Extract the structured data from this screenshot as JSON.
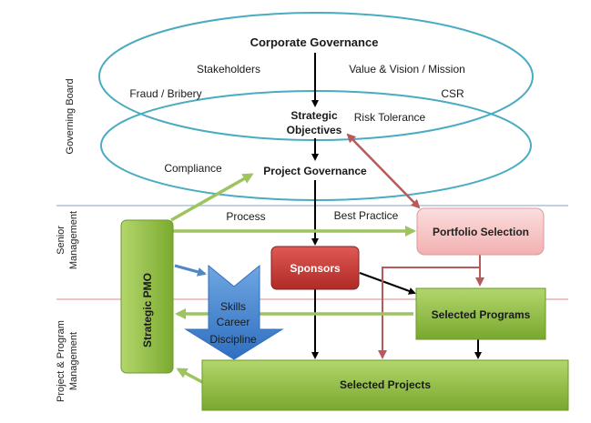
{
  "bands": {
    "governing_board": "Governing Board",
    "senior_management": [
      "Senior",
      "Management"
    ],
    "project_program_management": [
      "Project & Program",
      "Management"
    ]
  },
  "governance": {
    "corporate_governance": "Corporate Governance",
    "stakeholders": "Stakeholders",
    "value_vision_mission": "Value & Vision / Mission",
    "fraud_bribery": "Fraud / Bribery",
    "csr": "CSR",
    "strategic_objectives": [
      "Strategic",
      "Objectives"
    ],
    "risk_tolerance": "Risk Tolerance",
    "compliance": "Compliance",
    "project_governance": "Project Governance"
  },
  "flows": {
    "process": "Process",
    "best_practice": "Best Practice"
  },
  "boxes": {
    "strategic_pmo": "Strategic PMO",
    "portfolio_selection": "Portfolio Selection",
    "sponsors": "Sponsors",
    "selected_programs": "Selected Programs",
    "selected_projects": "Selected Projects"
  },
  "chevron": {
    "lines": [
      "Skills",
      "Career",
      "Discipline"
    ]
  },
  "colors": {
    "ellipse_stroke": "#4aabc2",
    "band_line": "#7fa3c8",
    "band_line_red": "#d88a8a",
    "green_box": "#8dbb3e",
    "red_box": "#c83a36",
    "pink_box": "#f6c0c0",
    "green_arrow": "#9dc45f",
    "red_arrow": "#b85a5a",
    "blue_arrow": "#4f86c6"
  }
}
